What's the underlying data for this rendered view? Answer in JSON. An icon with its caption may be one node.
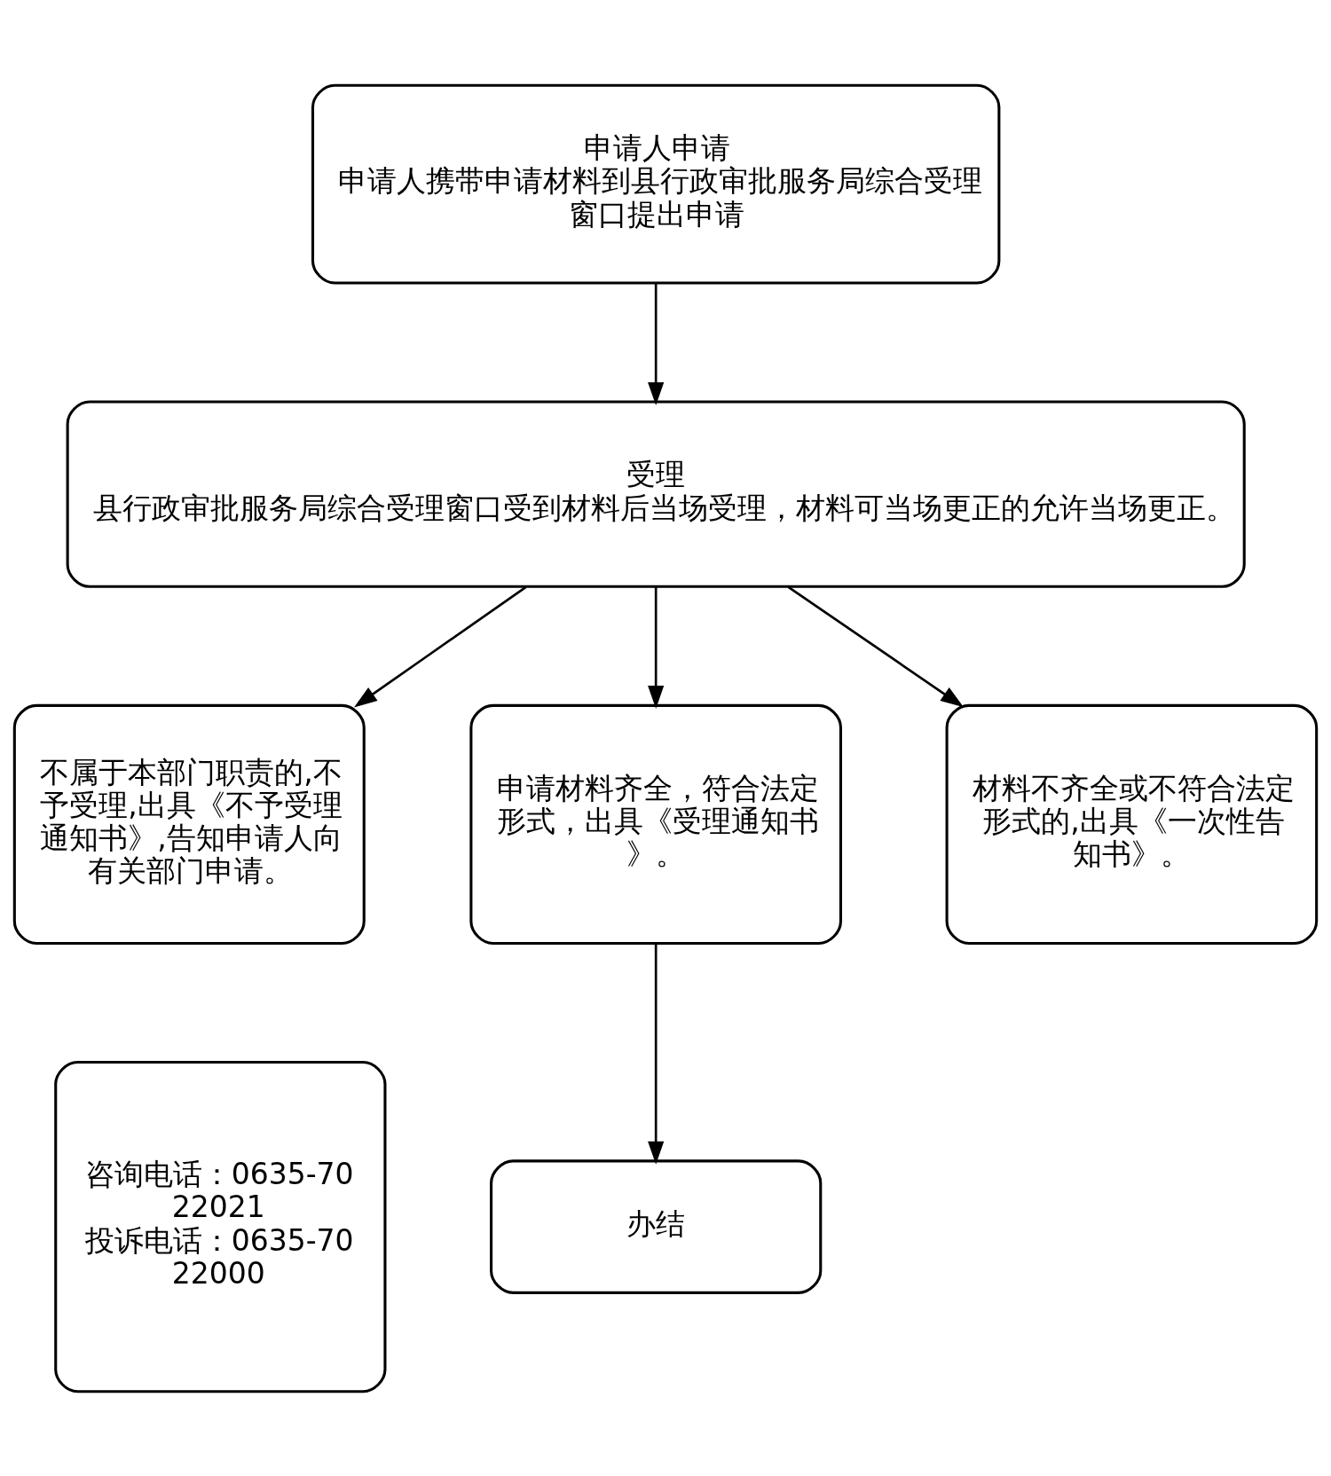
{
  "diagram": {
    "nodes": [
      {
        "text": [
          "申请人申请",
          "申请人携带申请材料到县行政审批服务局综合受理窗口提出申请"
        ]
      },
      {
        "text": [
          "受理",
          "县行政审批服务局综合受理窗口受到材料后当场受理，材料可当场更正的允许当场更正。"
        ]
      },
      {
        "text": [
          "不属于本部门职责的,不予受理,出具《不予受理通知书》,告知申请人向有关部门申请。"
        ]
      },
      {
        "text": [
          "申请材料齐全，符合法定形式，出具《受理通知书》。"
        ]
      },
      {
        "text": [
          "材料不齐全或不符合法定形式的,出具《一次性告知书》。"
        ]
      },
      {
        "text": [
          "办结"
        ]
      },
      {
        "text": [
          "咨询电话：0635-7022021",
          "投诉电话：0635-7022000"
        ]
      }
    ],
    "edges": [
      {
        "from": 0,
        "to": 1,
        "arrow": "to"
      },
      {
        "from": 1,
        "to": 2,
        "arrow": "to"
      },
      {
        "from": 1,
        "to": 3,
        "arrow": "to"
      },
      {
        "from": 1,
        "to": 4,
        "arrow": "to"
      },
      {
        "from": 3,
        "to": 5,
        "arrow": "to"
      }
    ]
  }
}
